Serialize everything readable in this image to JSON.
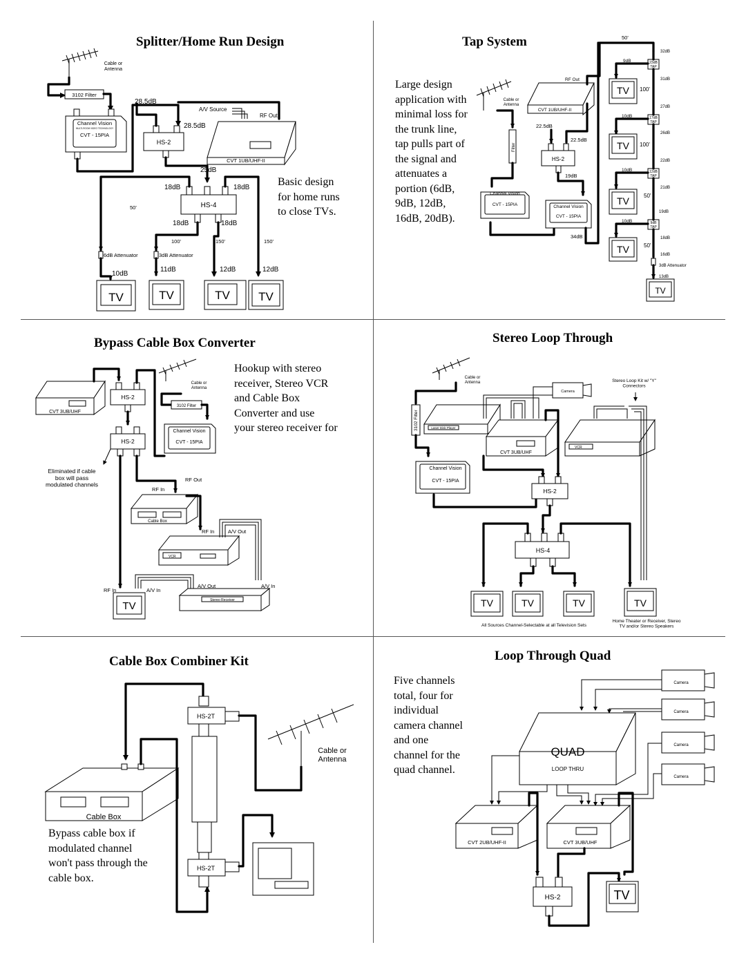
{
  "panels": {
    "splitter": {
      "title": "Splitter/Home Run Design",
      "description": [
        "Basic design",
        "for home runs",
        "to close TVs."
      ],
      "labels": {
        "antenna": "Cable or\nAntenna",
        "filter": "3102 Filter",
        "brand": "Channel Vision",
        "brand_sub": "MULTI-ROOM VIDEO TECHNOLOGY",
        "modulator": "CVT - 15PIA",
        "db1": "28.5dB",
        "db2": "28.5dB",
        "av_source": "A/V Source",
        "rf_out": "RF Out",
        "hs2": "HS-2",
        "cvt1ub": "CVT 1UB/UHF-II",
        "db25": "25dB",
        "db18a": "18dB",
        "db18b": "18dB",
        "db18c": "18dB",
        "db18d": "18dB",
        "hs4": "HS-4",
        "len50": "50'",
        "len100": "100'",
        "len150a": "150'",
        "len150b": "150'",
        "att6": "6dB Attenuator",
        "att3": "3dB Attenuator",
        "db10": "10dB",
        "db11": "11dB",
        "db12a": "12dB",
        "db12b": "12dB",
        "tv": "TV"
      }
    },
    "tap": {
      "title": "Tap System",
      "description": [
        "Large design",
        "application with",
        "minimal loss for",
        "the trunk line,",
        "tap pulls part of",
        "the signal and",
        "attenuates a",
        "portion (6dB,",
        "9dB, 12dB,",
        "16dB, 20dB)."
      ],
      "labels": {
        "antenna": "Cable or\nAntenna",
        "rf_out": "RF Out",
        "cvt1ub": "CVT 1UB/UHF-II",
        "filter": "Filter",
        "db225a": "22.5dB",
        "db225b": "22.5dB",
        "hs2": "HS-2",
        "db19": "19dB",
        "db34": "34dB",
        "brand": "Channel Vision",
        "modulator": "CVT - 15PIA",
        "len50top": "50'",
        "db32": "32dB",
        "db9": "9dB",
        "tap23": "23dB",
        "tap_word": "TAP",
        "db31": "31dB",
        "len100a": "100'",
        "db27": "27dB",
        "db10a": "10dB",
        "tap17": "17dB",
        "db26": "26dB",
        "len100b": "100'",
        "db22": "22dB",
        "db10b": "10dB",
        "tap12": "12dB",
        "db21": "21dB",
        "len50a": "50'",
        "db19b": "19dB",
        "db10c": "10dB",
        "tap9": "9dB",
        "db18": "18dB",
        "len50b": "50'",
        "db16": "16dB",
        "att3": "3dB Attenuator",
        "db13": "13dB",
        "tv": "TV"
      }
    },
    "bypass": {
      "title": "Bypass Cable Box Converter",
      "description": [
        "Hookup with stereo",
        "receiver, Stereo VCR",
        "and Cable Box",
        "Converter and use",
        "your stereo receiver for"
      ],
      "labels": {
        "cvt3ub": "CVT 3UB/UHF",
        "hs2a": "HS-2",
        "hs2b": "HS-2",
        "antenna": "Cable or\nAntenna",
        "filter": "3102 Filter",
        "brand": "Channel Vision",
        "modulator": "CVT - 15PIA",
        "eliminated": "Eliminated if cable\nbox will pass\nmodulated channels",
        "rf_in1": "RF In",
        "rf_out": "RF Out",
        "cable_box": "Cable Box",
        "rf_in2": "RF In",
        "av_out1": "A/V Out",
        "vcr": "VCR",
        "rf_in3": "RF In",
        "av_in1": "A/V In",
        "av_out2": "A/V Out",
        "av_in2": "A/V In",
        "stereo_receiver": "Stereo Receiver",
        "tv": "TV"
      }
    },
    "stereo": {
      "title": "Stereo Loop Through",
      "labels": {
        "antenna": "Cable or\nAntenna",
        "camera": "Camera",
        "loop_kit": "Stereo Loop Kit w/ \"Y\"\nConnectors",
        "filter": "3102 Filter",
        "laser": "Laser Disk Player",
        "cvt3ub": "CVT 3UB/UHF",
        "vcr": "VCR",
        "brand": "Channel Vision",
        "modulator": "CVT - 15PIA",
        "hs2": "HS-2",
        "hs4": "HS-4",
        "tv": "TV",
        "caption1": "All Sources Channel-Selectable at all Television Sets",
        "caption2": "Home Theater or Receiver, Stereo\nTV and/or Stereo Speakers"
      }
    },
    "combiner": {
      "title": "Cable Box Combiner Kit",
      "description": [
        "Bypass cable box if",
        "modulated channel",
        "won't pass through the",
        "cable box."
      ],
      "labels": {
        "hs2t_a": "HS-2T",
        "hs2t_b": "HS-2T",
        "antenna": "Cable or\nAntenna",
        "cable_box": "Cable Box"
      }
    },
    "quad": {
      "title": "Loop Through Quad",
      "description": [
        "Five channels",
        "total, four for",
        "individual",
        "camera channel",
        "and one",
        "channel for the",
        "quad channel."
      ],
      "labels": {
        "quad": "QUAD",
        "loop_thru": "LOOP THRU",
        "camera": "Camera",
        "cvt2ub": "CVT 2UB/UHF-II",
        "cvt3ub": "CVT 3UB/UHF",
        "hs2": "HS-2",
        "tv": "TV"
      }
    }
  }
}
